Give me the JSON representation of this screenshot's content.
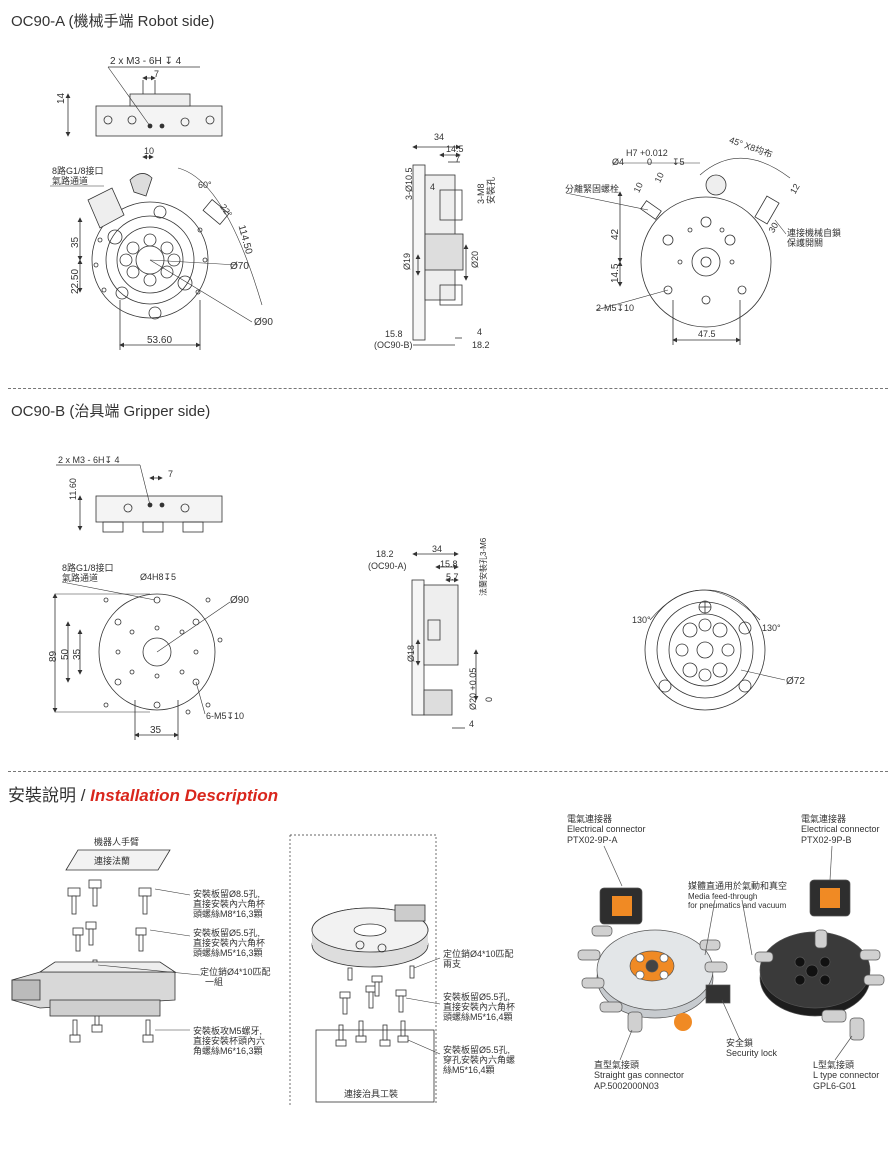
{
  "sections": {
    "a_title": "OC90-A (機械手端 Robot side)",
    "b_title": "OC90-B (治具端 Gripper side)",
    "install_title_cn": "安裝說明 / ",
    "install_title_en": "Installation Description"
  },
  "a_top": {
    "callout": "2 x  M3 - 6H ↧ 4",
    "dim_7": "7",
    "dim_14": "14"
  },
  "a_front": {
    "port_label_1": "8路G1/8接口",
    "port_label_2": "氣路通道",
    "dim_10": "10",
    "angle_60": "60°",
    "dim_22": "22°",
    "dim_35": "35",
    "dim_22_50": "22.50",
    "dim_114": "114.50",
    "dia_70": "Ø70",
    "dia_90": "Ø90",
    "dim_53": "53.60"
  },
  "a_side": {
    "dim_34": "34",
    "dim_14_5": "14.5",
    "dim_7": "7",
    "dim_10_5": "3-Ø10.5",
    "dim_4": "4",
    "m8_label": "3-M8",
    "m8_note": "安裝孔",
    "dia_19": "Ø19",
    "dia_20": "Ø20",
    "dim_15_8": "15.8",
    "ref_oc90b": "(OC90-B)",
    "dim_4b": "4",
    "dim_18_2": "18.2"
  },
  "a_back": {
    "h7_label": "H7 +0.012",
    "h7_zero": "0",
    "dia4": "Ø4",
    "depth5": "↧5",
    "angle_45": "45° X8均布",
    "split_label": "分離緊固螺栓",
    "dim_10a": "10",
    "dim_10b": "10",
    "dim_42": "42",
    "dim_14_5": "14.5",
    "m5": "2-M5↧10",
    "dim_47_5": "47.5",
    "dim_30": "30",
    "dim_12": "12",
    "lock_label_1": "連接機械自鎖",
    "lock_label_2": "保護開關"
  },
  "b_top": {
    "callout": "2 x  M3 - 6H↧ 4",
    "dim_7": "7",
    "dim_11_60": "11.60"
  },
  "b_front": {
    "port_label_1": "8路G1/8接口",
    "port_label_2": "氣路通道",
    "dia4": "Ø4H8↧5",
    "dia_90": "Ø90",
    "dim_89": "89",
    "dim_50": "50",
    "dim_35": "35",
    "m5": "6-M5↧10",
    "dim_35b": "35"
  },
  "b_side": {
    "dim_18_2": "18.2",
    "ref_oc90a": "(OC90-A)",
    "dim_34": "34",
    "dim_15_8": "15.8",
    "dim_5_7": "5.7",
    "m6_label": "法蘭安裝孔3-M6",
    "dia_18": "Ø18",
    "dia_20": "Ø20 +0.05",
    "dia_20_zero": "0",
    "dim_4": "4"
  },
  "b_back": {
    "angle_a": "130°",
    "angle_b": "130°",
    "dia_72": "Ø72"
  },
  "install_left": {
    "robot_arm": "機器人手臂",
    "flange": "連接法蘭",
    "note1": [
      "安裝板留Ø8.5孔,",
      "直接安裝內六角杯",
      "頭螺絲M8*16,3顆"
    ],
    "note2": [
      "安裝板留Ø5.5孔,",
      "直接安裝內六角杯",
      "頭螺絲M5*16,3顆"
    ],
    "note3": [
      "定位銷Ø4*10匹配",
      "一組"
    ],
    "note4": [
      "安裝板攻M5螺牙,",
      "直接安裝杯頭內六",
      "角螺絲M6*16,3顆"
    ]
  },
  "install_mid": {
    "note1": [
      "定位銷Ø4*10匹配",
      "兩支"
    ],
    "note2": [
      "安裝板留Ø5.5孔,",
      "直接安裝內六角杯",
      "頭螺絲M5*16,4顆"
    ],
    "note3": [
      "安裝板留Ø5.5孔,",
      "穿孔安裝內六角螺",
      "絲M5*16,4顆"
    ],
    "fixture": "連接治具工裝"
  },
  "install_right": {
    "ec_left": [
      "電氣連接器",
      "Electrical connector",
      "PTX02-9P-A"
    ],
    "ec_right": [
      "電氣連接器",
      "Electrical connector",
      "PTX02-9P-B"
    ],
    "media": [
      "媒體直通用於氣動和真空",
      "Media feed-through",
      "for pneumatics and vacuum"
    ],
    "straight": [
      "直型氣接頭",
      "Straight gas connector",
      "AP.5002000N03"
    ],
    "lock": [
      "安全鎖",
      "Security lock"
    ],
    "ltype": [
      "L型氣接頭",
      "L type connector",
      "GPL6-G01"
    ]
  },
  "colors": {
    "accent": "#d9261c",
    "line": "#333333",
    "dim": "#555555",
    "part_dark": "#2a2a2a",
    "part_metal": "#b8bcc0",
    "orange": "#f08a24"
  }
}
